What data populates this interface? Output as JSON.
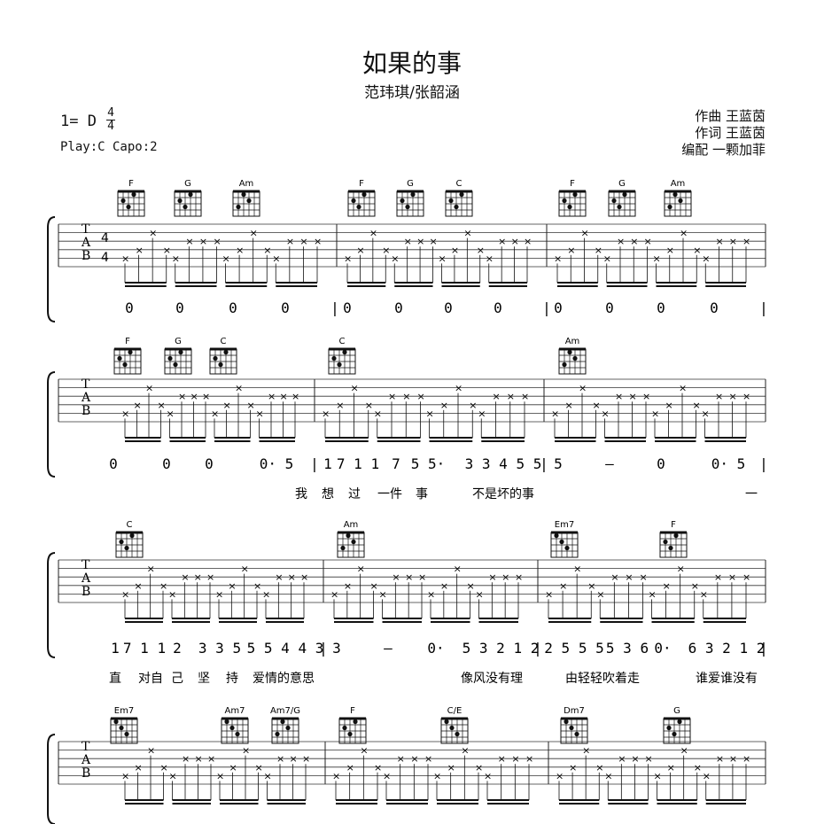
{
  "header": {
    "title": "如果的事",
    "artist": "范玮琪/张韶涵",
    "key": "1= D",
    "time_top": "4",
    "time_bottom": "4",
    "play_capo": "Play:C  Capo:2",
    "composer": "作曲 王蓝茵",
    "lyricist": "作词 王蓝茵",
    "arranger": "编配 一颗加菲"
  },
  "tab_clef": [
    "T",
    "A",
    "B"
  ],
  "systems": [
    {
      "chords": [
        [
          "F",
          148
        ],
        [
          "G",
          212
        ],
        [
          "Am",
          278
        ],
        [
          "F",
          408
        ],
        [
          "G",
          463
        ],
        [
          "C",
          518
        ],
        [
          "F",
          646
        ],
        [
          "G",
          702
        ],
        [
          "Am",
          765
        ]
      ],
      "notation": [
        [
          "0",
          146
        ],
        [
          "0",
          203
        ],
        [
          "0",
          263
        ],
        [
          "0",
          322
        ],
        [
          "|",
          378
        ],
        [
          "0",
          392
        ],
        [
          "0",
          450
        ],
        [
          "0",
          506
        ],
        [
          "0",
          562
        ],
        [
          "|",
          617
        ],
        [
          "0",
          630
        ],
        [
          "0",
          688
        ],
        [
          "0",
          746
        ],
        [
          "0",
          806
        ],
        [
          "|",
          862
        ]
      ],
      "lyrics": []
    },
    {
      "chords": [
        [
          "F",
          144
        ],
        [
          "G",
          201
        ],
        [
          "C",
          252
        ],
        [
          "C",
          386
        ],
        [
          "Am",
          646
        ]
      ],
      "notation": [
        [
          "0",
          128
        ],
        [
          "0",
          188
        ],
        [
          "0",
          236
        ],
        [
          "0· 5",
          312
        ],
        [
          "|",
          355
        ],
        [
          "1",
          370
        ],
        [
          "7 1 1",
          404
        ],
        [
          "7",
          447
        ],
        [
          "5 5·",
          483
        ],
        [
          "3 3 4 5 5",
          568
        ],
        [
          "|",
          614
        ],
        [
          "5",
          630
        ],
        [
          "—",
          688
        ],
        [
          "0",
          746
        ],
        [
          "0· 5",
          822
        ],
        [
          "|",
          862
        ]
      ],
      "lyrics": [
        [
          "我",
          340
        ],
        [
          "想",
          370
        ],
        [
          "过",
          400
        ],
        [
          "一件",
          440
        ],
        [
          "事",
          476
        ],
        [
          "不是坏的事",
          568
        ],
        [
          "一",
          848
        ]
      ]
    },
    {
      "chords": [
        [
          "C",
          146
        ],
        [
          "Am",
          396
        ],
        [
          "Em7",
          637
        ],
        [
          "F",
          760
        ]
      ],
      "notation": [
        [
          "1",
          130
        ],
        [
          "7 1 1",
          163
        ],
        [
          "2",
          200
        ],
        [
          "3 3 5",
          248
        ],
        [
          "5 5 4 4 3",
          322
        ],
        [
          "|",
          365
        ],
        [
          "3",
          380
        ],
        [
          "—",
          438
        ],
        [
          "0·",
          492
        ],
        [
          "5 3 2 1 2",
          565
        ],
        [
          "|",
          607
        ],
        [
          "2 5 5 5",
          648
        ],
        [
          "5 3 6",
          708
        ],
        [
          "0·",
          748
        ],
        [
          "6 3 2 1 2",
          820
        ],
        [
          "|",
          862
        ]
      ],
      "lyrics": [
        [
          "直",
          130
        ],
        [
          "对自",
          170
        ],
        [
          "己",
          200
        ],
        [
          "坚",
          230
        ],
        [
          "持",
          262
        ],
        [
          "爱情的意思",
          320
        ],
        [
          "像风没有理",
          555
        ],
        [
          "由轻轻吹着走",
          680
        ],
        [
          "谁爱谁没有",
          820
        ]
      ]
    },
    {
      "chords": [
        [
          "Em7",
          140
        ],
        [
          "Am7",
          265
        ],
        [
          "Am7/G",
          322
        ],
        [
          "F",
          398
        ],
        [
          "C/E",
          513
        ],
        [
          "Dm7",
          648
        ],
        [
          "G",
          764
        ]
      ],
      "notation": [],
      "lyrics": []
    }
  ]
}
